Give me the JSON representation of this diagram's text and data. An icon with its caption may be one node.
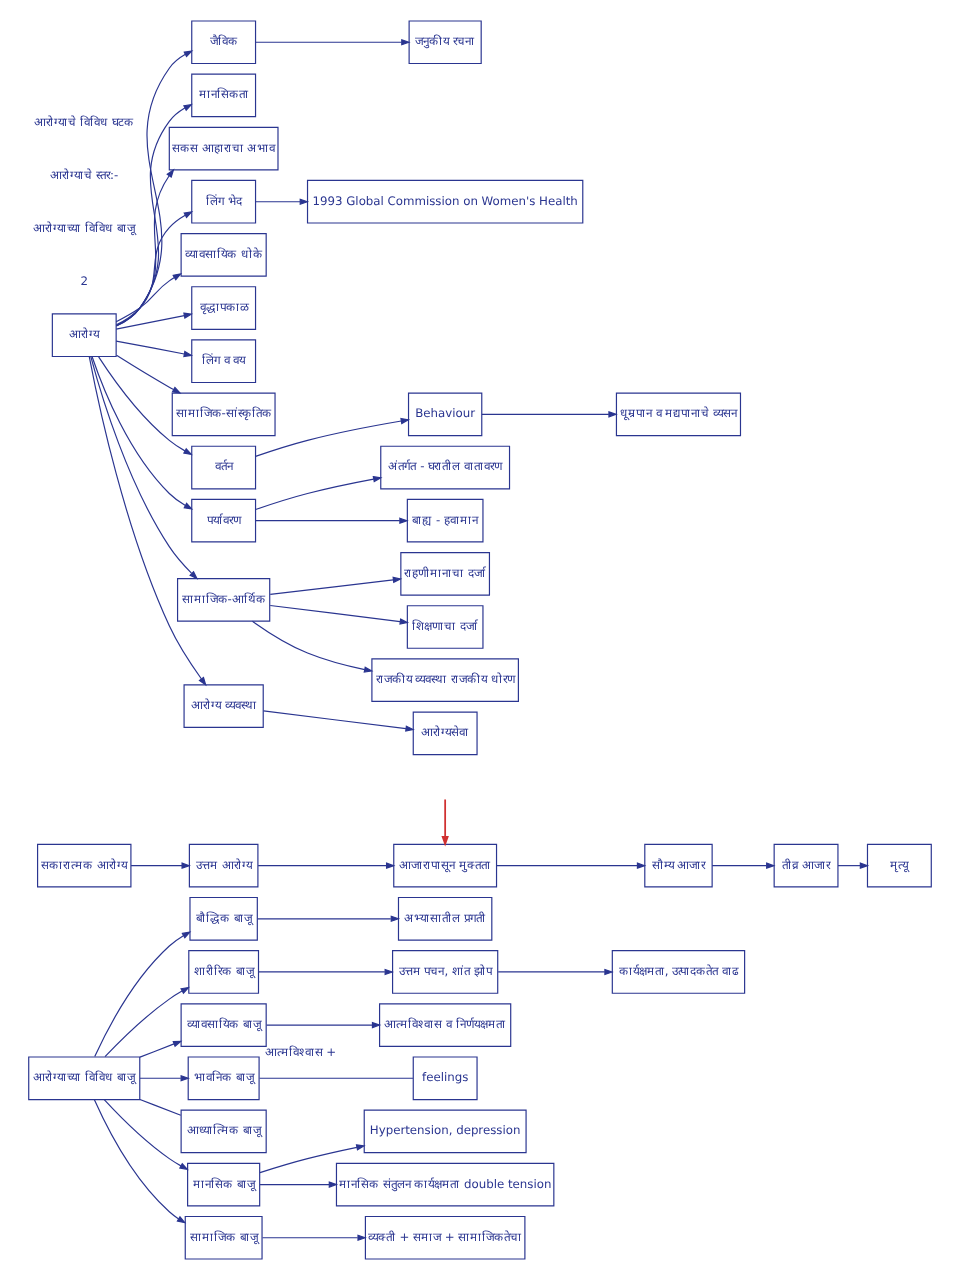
{
  "diagram": {
    "nodes": [
      {
        "text": [
          "आरोग्याच्या विविध बाजू"
        ]
      },
      {
        "text": [
          "अभ्यासातील प्रगती"
        ]
      },
      {
        "text": [
          "बौद्धिक बाजू"
        ]
      },
      {
        "text": [
          "कार्यक्षमता, उत्पादकतेत वाढ"
        ]
      },
      {
        "text": [
          "शारीरिक बाजू"
        ]
      },
      {
        "text": [
          "उत्तम पचन, शांत झोप"
        ]
      },
      {
        "text": [
          "आत्मविश्वास व निर्णयक्षमता"
        ]
      },
      {
        "text": [
          "व्यावसायिक बाजू"
        ],
        "beside": [
          "आत्मविश्वास +"
        ]
      },
      {
        "text": [
          "भावनिक बाजू"
        ]
      },
      {
        "text": [
          "feelings"
        ]
      },
      {
        "text": [
          "आध्यात्मिक बाजू"
        ]
      },
      {
        "text": [
          "Hypertension, depression"
        ]
      },
      {
        "text": [
          "मानसिक बाजू"
        ]
      },
      {
        "text": [
          "मानसिक संतुलन कार्यक्षमता double tension"
        ]
      },
      {
        "text": [
          "सामाजिक बाजू"
        ]
      },
      {
        "text": [
          "व्यक्ती + समाज + सामाजिकतेचा"
        ]
      },
      {
        "text": [
          "सकारात्मक आरोग्य"
        ]
      },
      {
        "text": [
          "उत्तम आरोग्य"
        ]
      },
      {
        "text": [
          "आजारापासून मुक्तता"
        ]
      },
      {
        "text": [
          "सौम्य आजार"
        ]
      },
      {
        "text": [
          "तीव्र आजार"
        ]
      },
      {
        "text": [
          "मृत्यू"
        ]
      },
      {
        "text": [
          "आरोग्य"
        ]
      },
      {
        "text": [
          "जैविक"
        ]
      },
      {
        "text": [
          "जनुकीय रचना"
        ]
      },
      {
        "text": [
          "मानसिकता"
        ]
      },
      {
        "text": [
          "सकस आहाराचा अभाव"
        ]
      },
      {
        "text": [
          "लिंग भेद"
        ]
      },
      {
        "text": [
          "1993 Global Commission on Women's Health"
        ]
      },
      {
        "text": [
          "व्यावसायिक धोके"
        ]
      },
      {
        "text": [
          "वृद्धापकाळ"
        ]
      },
      {
        "text": [
          "लिंग व वय"
        ]
      },
      {
        "text": [
          "सामाजिक-सांस्कृतिक"
        ]
      },
      {
        "text": [
          "वर्तन"
        ]
      },
      {
        "text": [
          "Behaviour"
        ]
      },
      {
        "text": [
          "धूम्रपान व मद्यपानाचे व्यसन"
        ]
      },
      {
        "text": [
          "पर्यावरण"
        ]
      },
      {
        "text": [
          "अंतर्गत - घरातील वातावरण"
        ]
      },
      {
        "text": [
          "बाह्य - हवामान"
        ]
      },
      {
        "text": [
          "सामाजिक-आर्थिक"
        ]
      },
      {
        "text": [
          "राहणीमानाचा दर्जा"
        ]
      },
      {
        "text": [
          "शिक्षणाचा दर्जा"
        ]
      },
      {
        "text": [
          "राजकीय व्यवस्था राजकीय धोरण"
        ]
      },
      {
        "text": [
          "आरोग्य व्यवस्था"
        ]
      },
      {
        "text": [
          "आरोग्यसेवा"
        ]
      }
    ],
    "edges": [
      {
        "from": 0,
        "to": 2,
        "arrow": "to"
      },
      {
        "from": 2,
        "to": 1,
        "arrow": "to"
      },
      {
        "from": 0,
        "to": 4,
        "arrow": "to"
      },
      {
        "from": 4,
        "to": 5,
        "arrow": "to"
      },
      {
        "from": 5,
        "to": 3,
        "arrow": "to"
      },
      {
        "from": 0,
        "to": 7,
        "arrow": "to"
      },
      {
        "from": 7,
        "to": 6,
        "arrow": "to"
      },
      {
        "from": 0,
        "to": 8,
        "arrow": "to"
      },
      {
        "from": 8,
        "to": 9,
        "arrow": "none"
      },
      {
        "from": 0,
        "to": 10,
        "arrow": "none"
      },
      {
        "from": 0,
        "to": 12,
        "arrow": "to"
      },
      {
        "from": 12,
        "to": 11,
        "arrow": "to"
      },
      {
        "from": 12,
        "to": 13,
        "arrow": "to"
      },
      {
        "from": 0,
        "to": 14,
        "arrow": "to"
      },
      {
        "from": 14,
        "to": 15,
        "arrow": "to"
      },
      {
        "from": 16,
        "to": 17,
        "arrow": "to"
      },
      {
        "from": 17,
        "to": 18,
        "arrow": "to"
      },
      {
        "from": 18,
        "to": 19,
        "arrow": "to"
      },
      {
        "from": 19,
        "to": 20,
        "arrow": "to"
      },
      {
        "from": 20,
        "to": 21,
        "arrow": "to"
      },
      {
        "from": null,
        "to": 18,
        "arrow": "to",
        "color": "#d03030"
      },
      {
        "from": 22,
        "to": 23,
        "arrow": "to"
      },
      {
        "from": 23,
        "to": 24,
        "arrow": "to"
      },
      {
        "from": 22,
        "to": 25,
        "arrow": "to"
      },
      {
        "from": 22,
        "to": 26,
        "arrow": "to"
      },
      {
        "from": 22,
        "to": 27,
        "arrow": "to"
      },
      {
        "from": 27,
        "to": 28,
        "arrow": "to"
      },
      {
        "from": 22,
        "to": 29,
        "arrow": "to"
      },
      {
        "from": 22,
        "to": 30,
        "arrow": "to"
      },
      {
        "from": 22,
        "to": 31,
        "arrow": "to"
      },
      {
        "from": 22,
        "to": 32,
        "arrow": "to"
      },
      {
        "from": 22,
        "to": 33,
        "arrow": "to"
      },
      {
        "from": 33,
        "to": 34,
        "arrow": "to"
      },
      {
        "from": 34,
        "to": 35,
        "arrow": "to"
      },
      {
        "from": 22,
        "to": 36,
        "arrow": "to"
      },
      {
        "from": 36,
        "to": 37,
        "arrow": "to"
      },
      {
        "from": 36,
        "to": 38,
        "arrow": "to"
      },
      {
        "from": 22,
        "to": 39,
        "arrow": "to"
      },
      {
        "from": 39,
        "to": 40,
        "arrow": "to"
      },
      {
        "from": 39,
        "to": 41,
        "arrow": "to"
      },
      {
        "from": 39,
        "to": 42,
        "arrow": "to"
      },
      {
        "from": 22,
        "to": 43,
        "arrow": "to"
      },
      {
        "from": 43,
        "to": 44,
        "arrow": "to"
      }
    ],
    "labels": [
      "2",
      "आरोग्याच्या विविध बाजू",
      "आरोग्याचे स्तर:-",
      "आरोग्याचे विविध घटक"
    ]
  }
}
